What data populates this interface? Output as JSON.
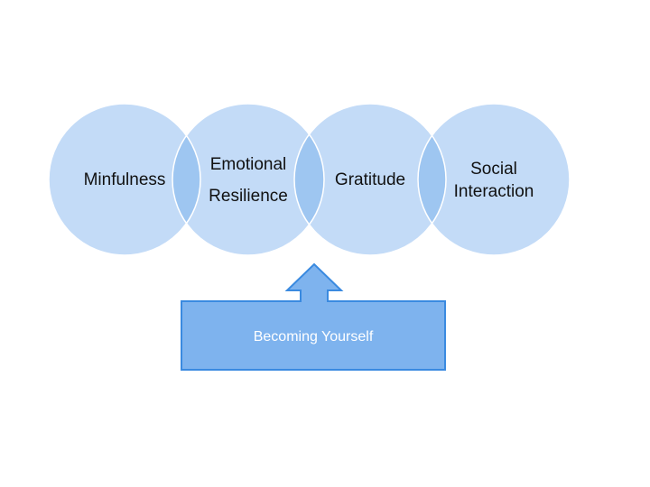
{
  "diagram": {
    "circles": [
      {
        "id": "minfulness",
        "lines": [
          "Minfulness"
        ]
      },
      {
        "id": "emotional-resilience",
        "lines": [
          "Emotional",
          "Resilience"
        ]
      },
      {
        "id": "gratitude",
        "lines": [
          "Gratitude"
        ]
      },
      {
        "id": "social-interaction",
        "lines": [
          "Social",
          "Interaction"
        ]
      }
    ],
    "callout": {
      "label": "Becoming Yourself"
    },
    "colors": {
      "circle_fill": "#c3dbf7",
      "circle_overlap": "#9ec6f1",
      "circle_stroke": "#ffffff",
      "callout_fill": "#7eb3ee",
      "callout_stroke": "#3a8ae0",
      "callout_text": "#ffffff",
      "label_text": "#111111"
    }
  }
}
